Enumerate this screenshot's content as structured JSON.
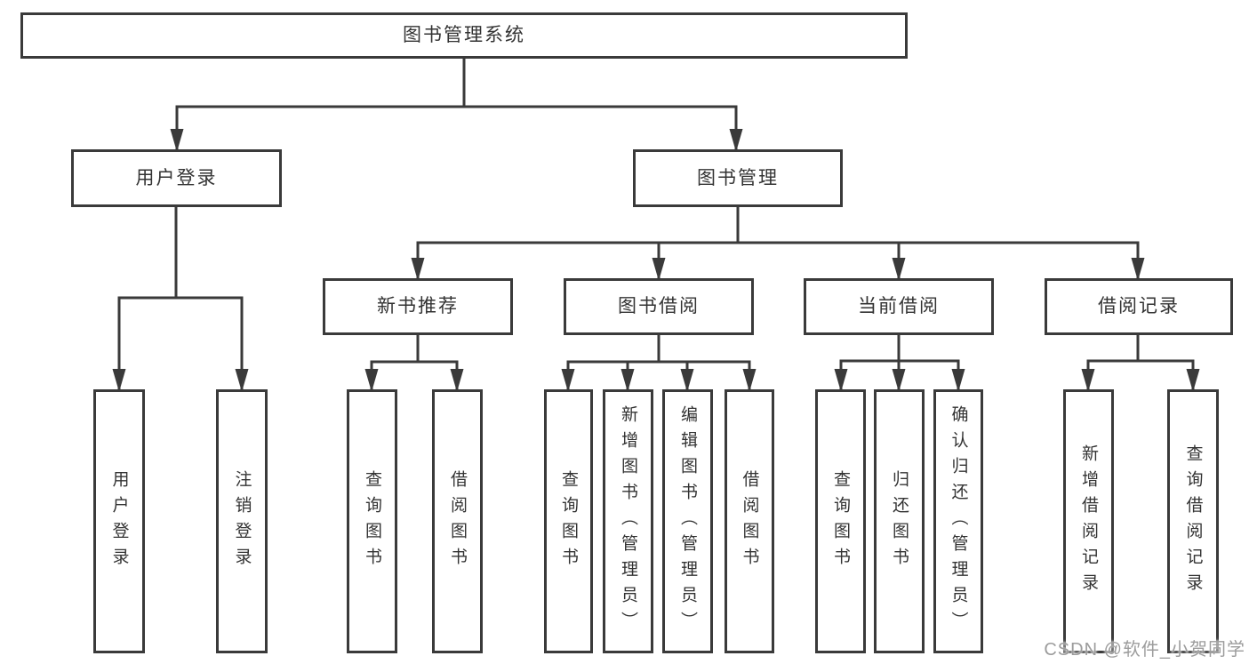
{
  "tree": {
    "root": {
      "label": "图书管理系统",
      "children": [
        {
          "label": "用户登录",
          "children": [
            {
              "label": "用户登录"
            },
            {
              "label": "注销登录"
            }
          ]
        },
        {
          "label": "图书管理",
          "children": [
            {
              "label": "新书推荐",
              "children": [
                {
                  "label": "查询图书"
                },
                {
                  "label": "借阅图书"
                }
              ]
            },
            {
              "label": "图书借阅",
              "children": [
                {
                  "label": "查询图书"
                },
                {
                  "label": "新增图书（管理员）"
                },
                {
                  "label": "编辑图书（管理员）"
                },
                {
                  "label": "借阅图书"
                }
              ]
            },
            {
              "label": "当前借阅",
              "children": [
                {
                  "label": "查询图书"
                },
                {
                  "label": "归还图书"
                },
                {
                  "label": "确认归还（管理员）"
                }
              ]
            },
            {
              "label": "借阅记录",
              "children": [
                {
                  "label": "新增借阅记录"
                },
                {
                  "label": "查询借阅记录"
                }
              ]
            }
          ]
        }
      ]
    }
  },
  "watermark": {
    "text": "CSDN @软件_小贺同学"
  },
  "colors": {
    "line": "#3a3a3a",
    "box_border": "#3a3a3a",
    "text": "#333333",
    "watermark_text": "#9c9c9c",
    "background": "#ffffff"
  }
}
